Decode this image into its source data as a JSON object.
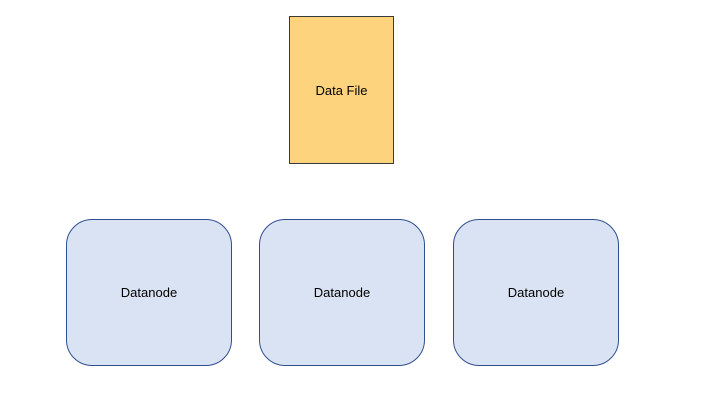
{
  "diagram": {
    "data_file": {
      "label": "Data File",
      "fill": "#fdd47d",
      "stroke": "#3b3b3b"
    },
    "datanodes": [
      {
        "label": "Datanode"
      },
      {
        "label": "Datanode"
      },
      {
        "label": "Datanode"
      }
    ],
    "datanode_style": {
      "fill": "#dae3f3",
      "stroke": "#2f4f8f"
    }
  }
}
